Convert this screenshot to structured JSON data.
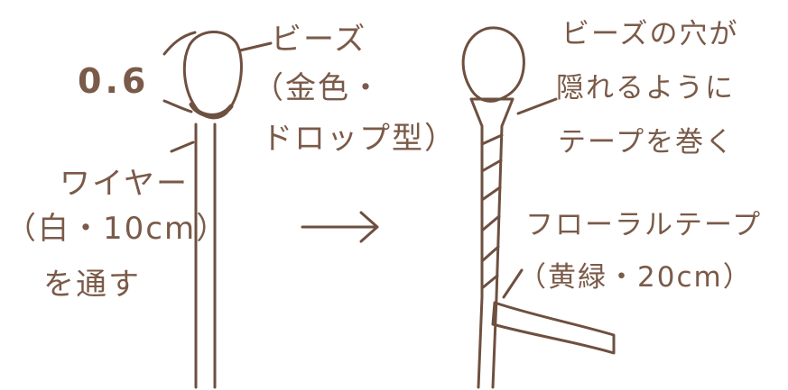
{
  "left": {
    "bead_line1": "ビーズ",
    "bead_line2": "（金色・",
    "bead_line3": "ドロップ型）",
    "size": "0.6",
    "wire_line1": "ワイヤー",
    "wire_line2": "（白・10cm）",
    "wire_line3": "を通す"
  },
  "right": {
    "note_line1": "ビーズの穴が",
    "note_line2": "隠れるように",
    "note_line3": "テープを巻く",
    "tape_line1": "フローラルテープ",
    "tape_line2": "（黄緑・20cm）"
  },
  "colors": {
    "ink": "#7a5a48",
    "background": "#ffffff"
  }
}
